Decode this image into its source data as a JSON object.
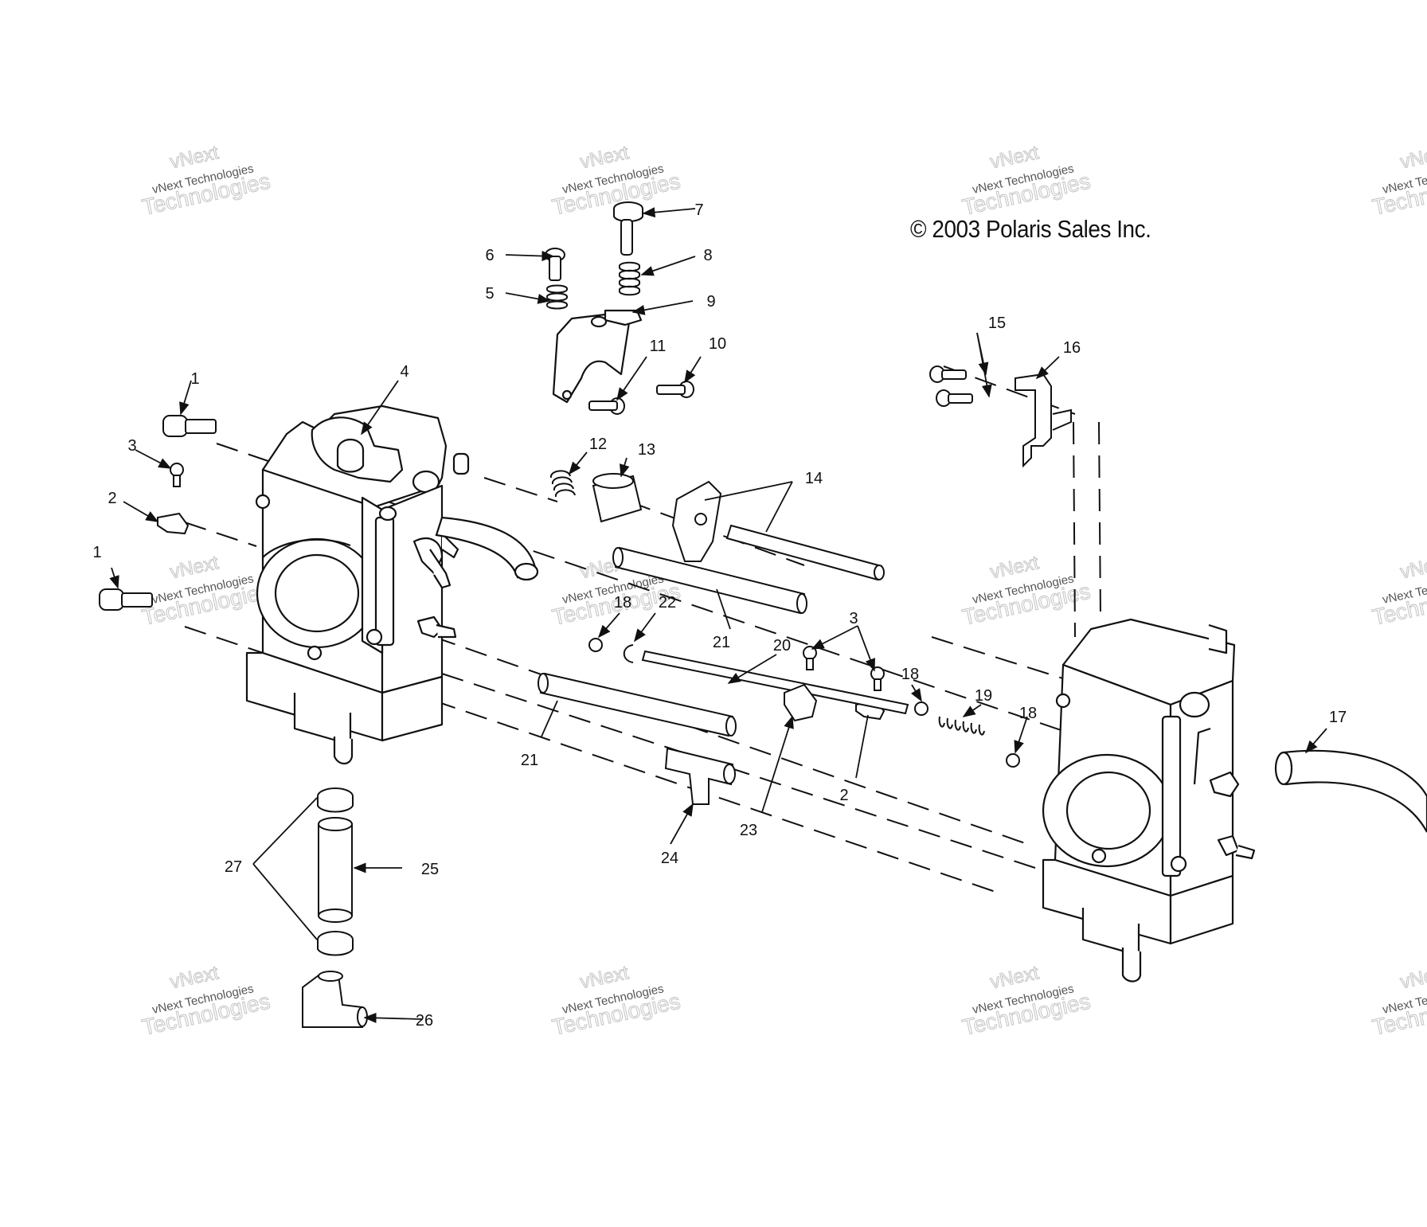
{
  "copyright": "© 2003 Polaris Sales Inc.",
  "watermark": {
    "line1": "vNext",
    "line2": "vNext Technologies",
    "line3": "Technologies",
    "color": "#c4c4c4"
  },
  "callouts": [
    {
      "id": "c1a",
      "text": "1"
    },
    {
      "id": "c1b",
      "text": "1"
    },
    {
      "id": "c2a",
      "text": "2"
    },
    {
      "id": "c2b",
      "text": "2"
    },
    {
      "id": "c3a",
      "text": "3"
    },
    {
      "id": "c3b",
      "text": "3"
    },
    {
      "id": "c4",
      "text": "4"
    },
    {
      "id": "c5",
      "text": "5"
    },
    {
      "id": "c6",
      "text": "6"
    },
    {
      "id": "c7",
      "text": "7"
    },
    {
      "id": "c8",
      "text": "8"
    },
    {
      "id": "c9",
      "text": "9"
    },
    {
      "id": "c10",
      "text": "10"
    },
    {
      "id": "c11",
      "text": "11"
    },
    {
      "id": "c12",
      "text": "12"
    },
    {
      "id": "c13",
      "text": "13"
    },
    {
      "id": "c14",
      "text": "14"
    },
    {
      "id": "c15",
      "text": "15"
    },
    {
      "id": "c16",
      "text": "16"
    },
    {
      "id": "c17",
      "text": "17"
    },
    {
      "id": "c18a",
      "text": "18"
    },
    {
      "id": "c18b",
      "text": "18"
    },
    {
      "id": "c18c",
      "text": "18"
    },
    {
      "id": "c19",
      "text": "19"
    },
    {
      "id": "c20",
      "text": "20"
    },
    {
      "id": "c21a",
      "text": "21"
    },
    {
      "id": "c21b",
      "text": "21"
    },
    {
      "id": "c22",
      "text": "22"
    },
    {
      "id": "c23",
      "text": "23"
    },
    {
      "id": "c24",
      "text": "24"
    },
    {
      "id": "c25",
      "text": "25"
    },
    {
      "id": "c26",
      "text": "26"
    },
    {
      "id": "c27",
      "text": "27"
    }
  ]
}
